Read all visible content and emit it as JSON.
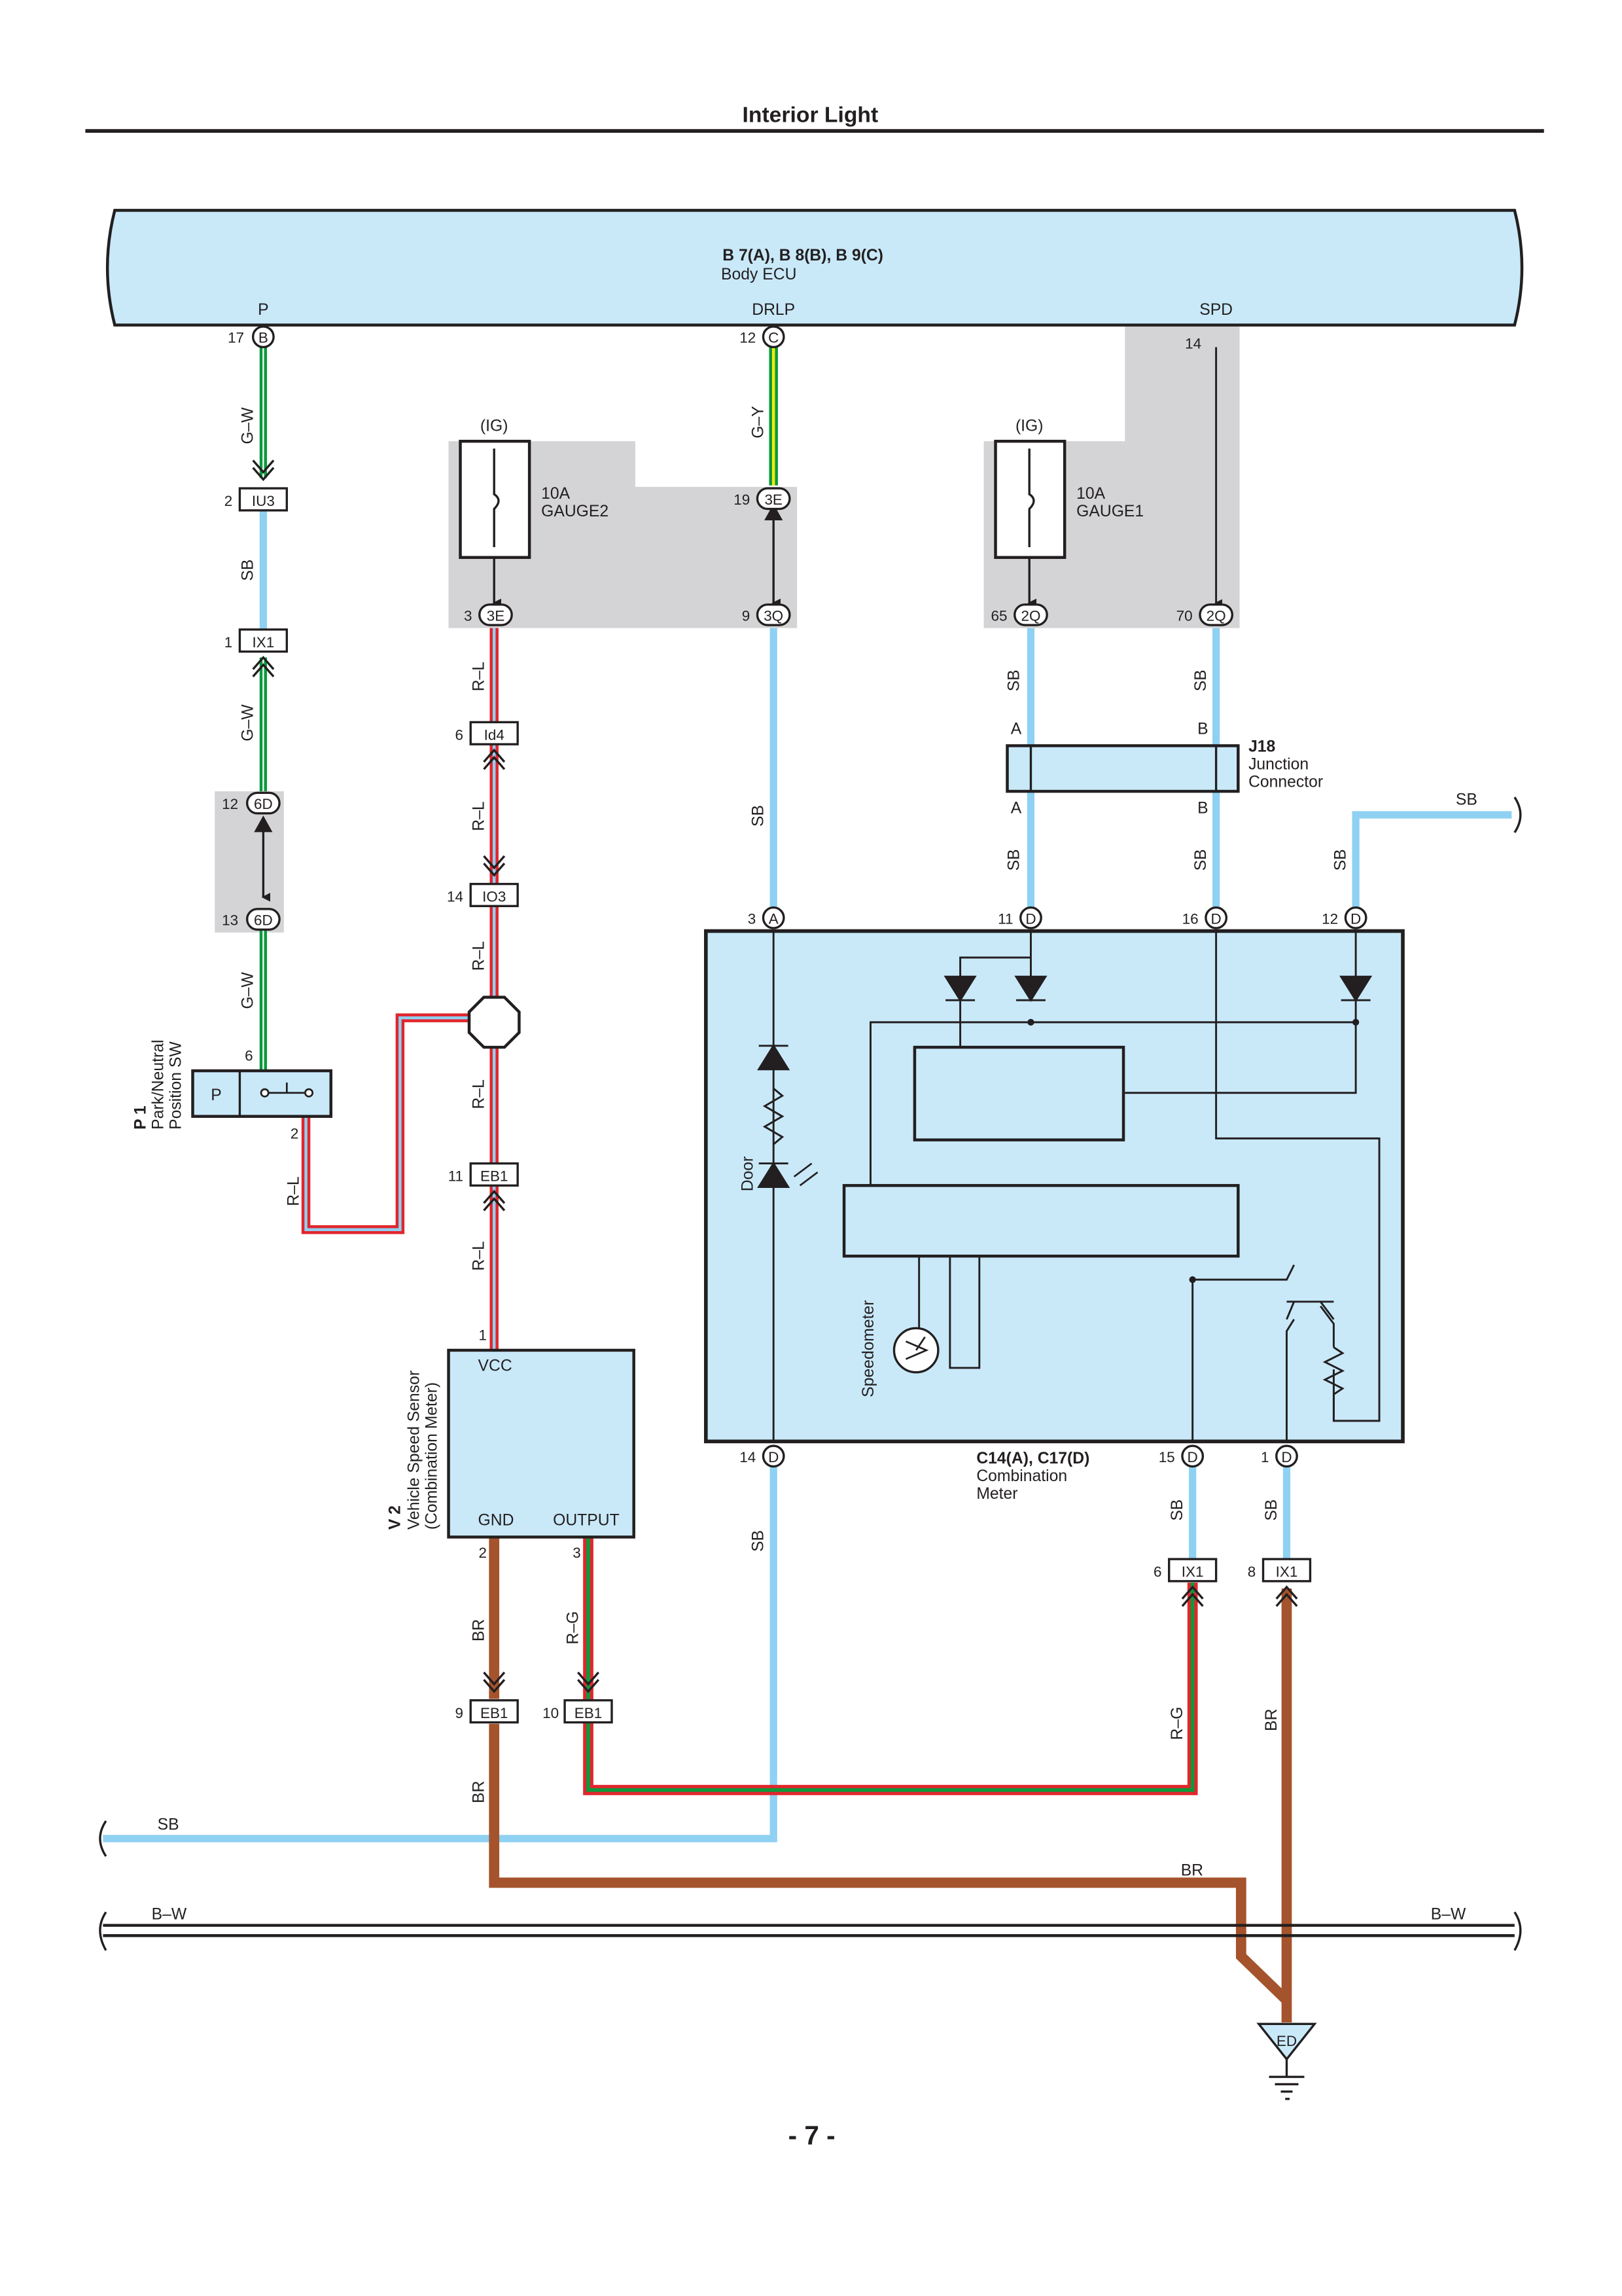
{
  "header": {
    "title": "Interior Light",
    "page_number": "- 7 -"
  },
  "colors": {
    "sb": "#8fd1f2",
    "box_fill": "#c9e9f9",
    "shade": "#d4d4d6",
    "br": "#a5532c",
    "green": "#0a9a3c",
    "red": "#e1262c",
    "yellow": "#f4ea10",
    "black": "#231f20"
  },
  "body_ecu": {
    "code": "B 7(A), B 8(B), B 9(C)",
    "name": "Body ECU",
    "pins": [
      {
        "label": "P",
        "pin": "17",
        "conn": "B"
      },
      {
        "label": "DRLP",
        "pin": "12",
        "conn": "C"
      },
      {
        "label": "SPD",
        "pin": "14",
        "conn": ""
      }
    ]
  },
  "fuses": [
    {
      "supply": "(IG)",
      "rating": "10A",
      "name": "GAUGE2",
      "out_pin": "3",
      "out_conn": "3E"
    },
    {
      "supply": "(IG)",
      "rating": "10A",
      "name": "GAUGE1",
      "out_pin": "65",
      "out_conn": "2Q"
    }
  ],
  "junction_block_pins": [
    {
      "pin": "19",
      "conn": "3E"
    },
    {
      "pin": "9",
      "conn": "3Q"
    },
    {
      "pin": "70",
      "conn": "2Q"
    }
  ],
  "connectors": [
    {
      "pin": "2",
      "name": "IU3"
    },
    {
      "pin": "1",
      "name": "IX1"
    },
    {
      "pin": "12",
      "name": "6D"
    },
    {
      "pin": "13",
      "name": "6D"
    },
    {
      "pin": "6",
      "name": "Id4"
    },
    {
      "pin": "14",
      "name": "IO3"
    },
    {
      "pin": "11",
      "name": "EB1"
    },
    {
      "pin": "9",
      "name": "EB1"
    },
    {
      "pin": "10",
      "name": "EB1"
    },
    {
      "pin": "6",
      "name": "IX1"
    },
    {
      "pin": "8",
      "name": "IX1"
    }
  ],
  "wire_labels": {
    "gw": "G–W",
    "sb": "SB",
    "gy": "G–Y",
    "rl": "R–L",
    "br": "BR",
    "rg": "R–G",
    "bw": "B–W"
  },
  "park_neutral_switch": {
    "code": "P 1",
    "name_line1": "Park/Neutral",
    "name_line2": "Position SW",
    "position": "P",
    "pin_top": "6",
    "pin_bottom": "2"
  },
  "speed_sensor": {
    "code": "V 2",
    "name_line1": "Vehicle Speed Sensor",
    "name_line2": "(Combination Meter)",
    "vcc": "VCC",
    "gnd": "GND",
    "output": "OUTPUT",
    "pin_vcc": "1",
    "pin_gnd": "2",
    "pin_output": "3"
  },
  "junction_connector": {
    "code": "J18",
    "name_line1": "Junction",
    "name_line2": "Connector",
    "a": "A",
    "b": "B"
  },
  "combination_meter": {
    "code": "C14(A), C17(D)",
    "name": "Combination",
    "name2": "Meter",
    "door_label": "Door",
    "speedometer_label": "Speedometer",
    "pins_top": [
      {
        "pin": "3",
        "conn": "A"
      },
      {
        "pin": "11",
        "conn": "D"
      },
      {
        "pin": "16",
        "conn": "D"
      },
      {
        "pin": "12",
        "conn": "D"
      }
    ],
    "pins_bottom": [
      {
        "pin": "14",
        "conn": "D"
      },
      {
        "pin": "15",
        "conn": "D"
      },
      {
        "pin": "1",
        "conn": "D"
      }
    ]
  },
  "ground": {
    "name": "ED"
  }
}
